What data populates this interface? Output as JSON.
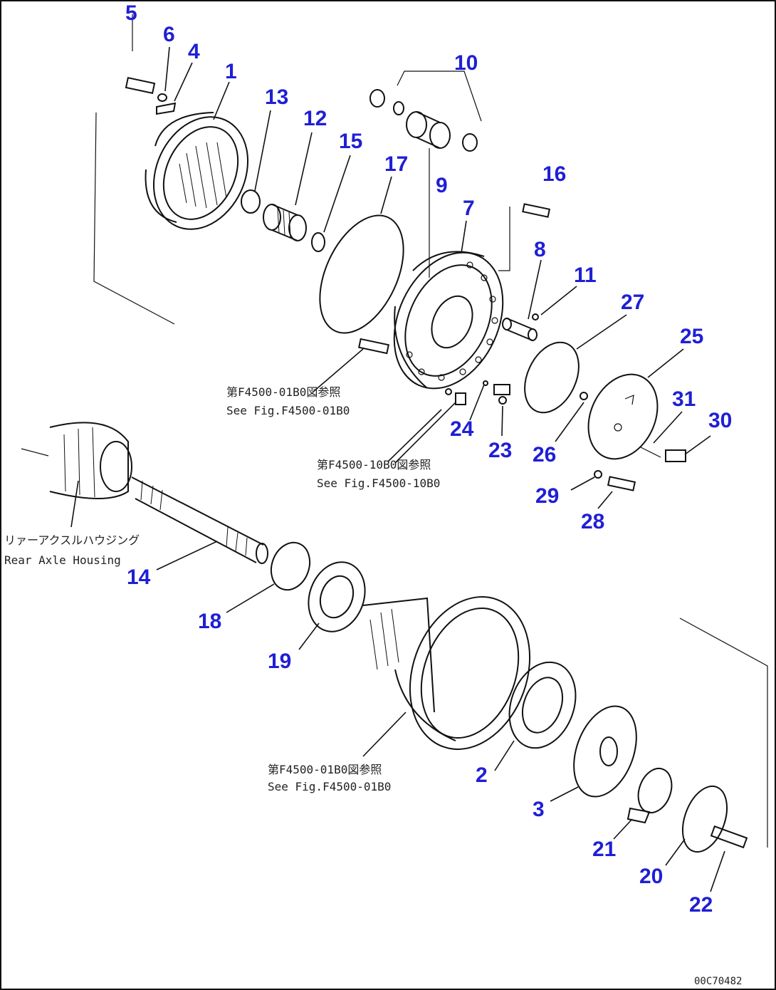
{
  "callouts": [
    "1",
    "2",
    "3",
    "4",
    "5",
    "6",
    "7",
    "8",
    "9",
    "10",
    "11",
    "12",
    "13",
    "14",
    "15",
    "16",
    "17",
    "18",
    "19",
    "20",
    "21",
    "22",
    "23",
    "24",
    "25",
    "26",
    "27",
    "28",
    "29",
    "30",
    "31"
  ],
  "notes": {
    "ref_a_jp": "第F4500-01B0図参照",
    "ref_a_en": "See Fig.F4500-01B0",
    "ref_b_jp": "第F4500-10B0図参照",
    "ref_b_en": "See Fig.F4500-10B0",
    "housing_jp": "リァーアクスルハウジング",
    "housing_en": "Rear Axle Housing",
    "ref_c_jp": "第F4500-01B0図参照",
    "ref_c_en": "See Fig.F4500-01B0"
  },
  "figure_code": "00C70482",
  "colors": {
    "callout": "#1f1fd6",
    "line": "#111111",
    "background": "#ffffff"
  }
}
